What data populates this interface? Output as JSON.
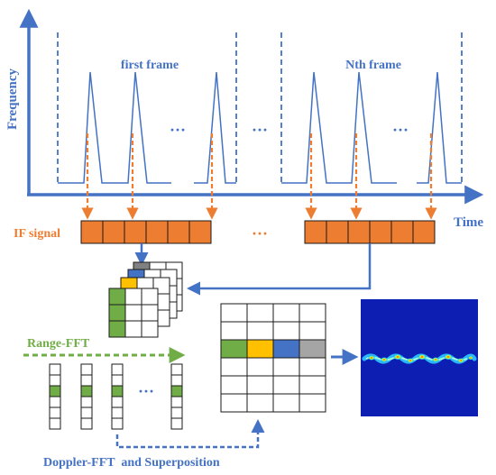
{
  "axes": {
    "y_label": "Frequency",
    "x_label": "Time"
  },
  "frames": {
    "first_label": "first frame",
    "nth_label": "Nth frame",
    "ellipsis": "···"
  },
  "if_signal": {
    "label": "IF signal",
    "ellipsis": "···"
  },
  "processing": {
    "range_fft_label": "Range-FFT",
    "doppler_label": "Doppler-FFT  and Superposition",
    "ellipsis": "···"
  },
  "colors": {
    "blue": "#4472c4",
    "orange": "#ed7d31",
    "green": "#70ad47",
    "yellow": "#ffc000",
    "gray": "#a5a5a5",
    "heatmap_bg": "#0a1aa8"
  }
}
